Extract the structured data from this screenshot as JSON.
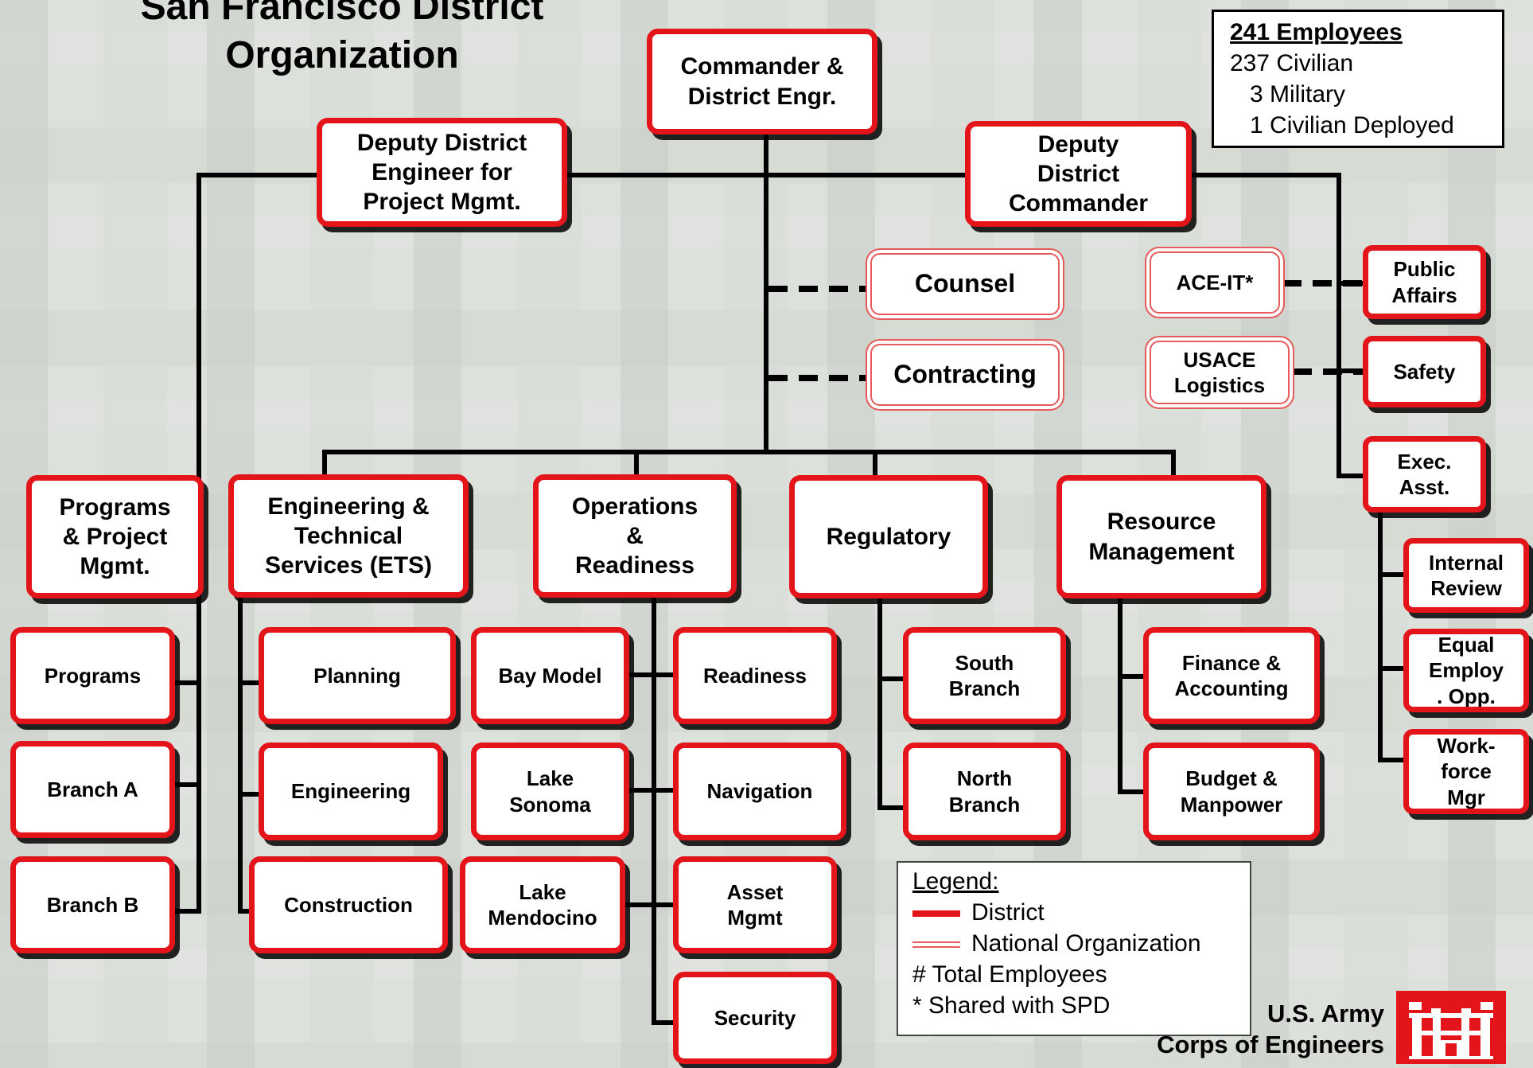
{
  "title": "San Francisco District\nOrganization",
  "employees": {
    "total": "241 Employees",
    "civilian": "237 Civilian",
    "military": "   3 Military",
    "deployed": "   1 Civilian Deployed"
  },
  "boxes": {
    "commander": "Commander &\nDistrict Engr.",
    "ddpm": "Deputy District\nEngineer for\nProject Mgmt.",
    "ddc": "Deputy\nDistrict\nCommander",
    "counsel": "Counsel",
    "contracting": "Contracting",
    "aceit": "ACE-IT*",
    "logistics": "USACE\nLogistics",
    "public_affairs": "Public\nAffairs",
    "safety": "Safety",
    "exec_asst": "Exec.\nAsst.",
    "internal_review": "Internal\nReview",
    "eeo": "Equal\nEmploy\n. Opp.",
    "workforce": "Work-\nforce\nMgr",
    "ppm": "Programs\n& Project\nMgmt.",
    "ets": "Engineering &\nTechnical\nServices (ETS)",
    "ops": "Operations\n&\nReadiness",
    "regulatory": "Regulatory",
    "rm": "Resource\nManagement",
    "programs": "Programs",
    "branch_a": "Branch A",
    "branch_b": "Branch B",
    "planning": "Planning",
    "engineering": "Engineering",
    "construction": "Construction",
    "bay_model": "Bay Model",
    "lake_sonoma": "Lake\nSonoma",
    "lake_mendocino": "Lake\nMendocino",
    "readiness": "Readiness",
    "navigation": "Navigation",
    "asset_mgmt": "Asset\nMgmt",
    "security": "Security",
    "south_branch": "South\nBranch",
    "north_branch": "North\nBranch",
    "finance": "Finance &\nAccounting",
    "budget": "Budget &\nManpower"
  },
  "legend": {
    "heading": "Legend:",
    "district": "District",
    "national": "National Organization",
    "total": "# Total Employees",
    "shared": "* Shared with SPD"
  },
  "logo_text": "U.S. Army\nCorps of Engineers",
  "colors": {
    "district_border": "#e3151b",
    "national_border": "#e55a5a",
    "line": "#000000"
  }
}
